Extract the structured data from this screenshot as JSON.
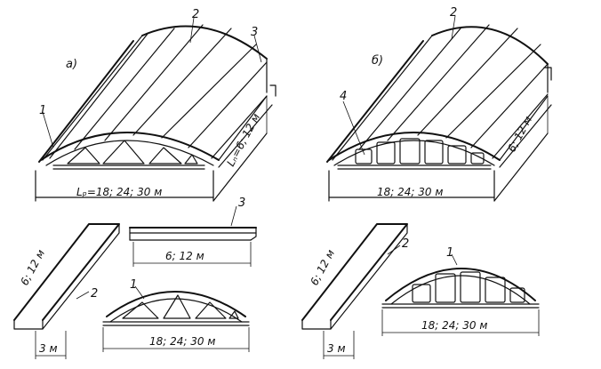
{
  "figure": {
    "panel_a": {
      "letter": "а)",
      "callouts": [
        "1",
        "2",
        "3"
      ],
      "span_label": "Lₚ=18; 24; 30 м",
      "length_label": "Lₙ=6; 12 м"
    },
    "panel_b": {
      "letter": "б)",
      "callouts": [
        "2",
        "4"
      ],
      "span_label": "18; 24; 30 м",
      "length_label": "6; 12 м"
    },
    "parts": {
      "slab_left": {
        "callout": "2",
        "length_label": "6; 12 м",
        "width_label": "3 м"
      },
      "girder": {
        "callout": "3",
        "length_label": "6; 12 м"
      },
      "truss_triangular": {
        "callout": "1",
        "span_label": "18; 24; 30 м"
      },
      "slab_right": {
        "callout": "2",
        "length_label": "6; 12 м",
        "width_label": "3 м"
      },
      "truss_rect": {
        "callout": "1",
        "span_label": "18; 24; 30 м"
      }
    }
  }
}
